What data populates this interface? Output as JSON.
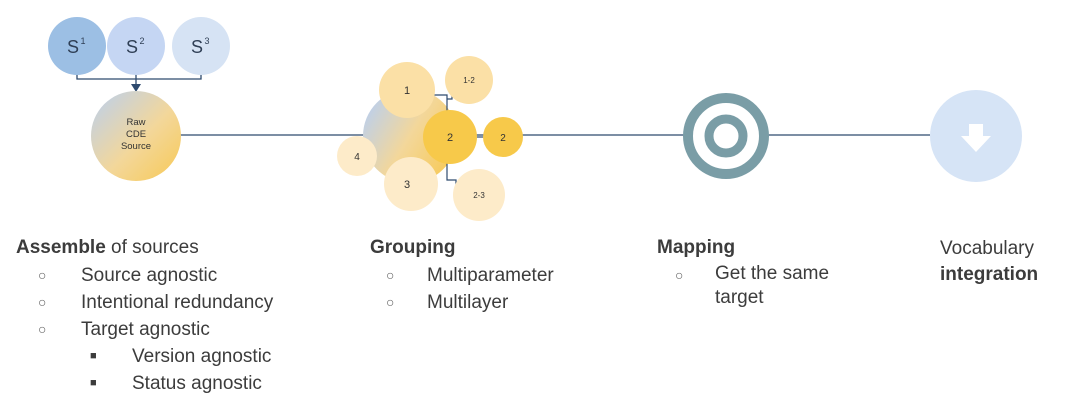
{
  "sources": [
    {
      "label": "S",
      "sup": "1",
      "color": "#9cbfe4"
    },
    {
      "label": "S",
      "sup": "2",
      "color": "#c5d6f3"
    },
    {
      "label": "S",
      "sup": "3",
      "color": "#d6e3f4"
    }
  ],
  "raw_source": {
    "lines": [
      "Raw",
      "CDE",
      "Source"
    ]
  },
  "grouping_nodes": {
    "n1": "1",
    "n12": "1-2",
    "n2": "2",
    "n2b": "2",
    "n3": "3",
    "n23": "2-3",
    "n4": "4"
  },
  "icons": {
    "mapping": "target-rings-icon",
    "vocab": "download-arrow-icon"
  },
  "colors": {
    "line": "#2e4a6e",
    "gold": "#f7c74a",
    "light_gold": "#fbe0a6",
    "pale_gold": "#fdebc9",
    "target_ring": "#7a9da6",
    "vocab_circle": "#d6e4f6"
  },
  "assemble": {
    "title_bold": "Assemble",
    "title_rest": " of sources",
    "items": [
      "Source agnostic",
      "Intentional redundancy",
      "Target agnostic"
    ],
    "subitems": [
      "Version agnostic",
      "Status agnostic"
    ],
    "bullet": "○",
    "sub_bullet": "■"
  },
  "grouping": {
    "title": "Grouping",
    "items": [
      "Multiparameter",
      "Multilayer"
    ],
    "bullet": "○"
  },
  "mapping": {
    "title": "Mapping",
    "items": [
      "Get the same target"
    ],
    "bullet": "○"
  },
  "vocabulary": {
    "line1": "Vocabulary",
    "line2": "integration"
  }
}
